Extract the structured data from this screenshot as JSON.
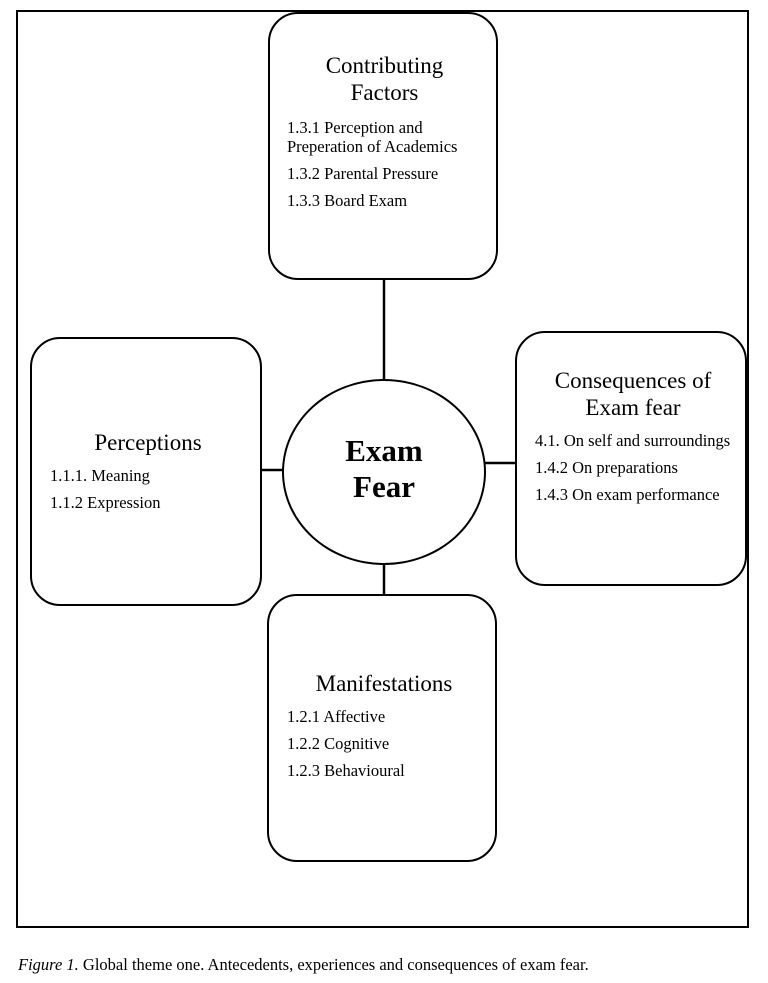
{
  "center": {
    "label": "Exam Fear"
  },
  "contributing": {
    "title": "Contributing Factors",
    "items": [
      "1.3.1  Perception and Preperation of Academics",
      "1.3.2  Parental Pressure",
      "1.3.3  Board Exam"
    ]
  },
  "perceptions": {
    "title": "Perceptions",
    "items": [
      "1.1.1.  Meaning",
      "1.1.2  Expression"
    ]
  },
  "consequences": {
    "title": "Consequences of Exam fear",
    "items": [
      "4.1.  On self and surroundings",
      "1.4.2  On preparations",
      "1.4.3  On exam performance"
    ]
  },
  "manifestations": {
    "title": "Manifestations",
    "items": [
      "1.2.1  Affective",
      "1.2.2  Cognitive",
      "1.2.3  Behavioural"
    ]
  },
  "caption": {
    "label": "Figure 1.",
    "text": " Global theme one. Antecedents, experiences and consequences of exam fear."
  }
}
